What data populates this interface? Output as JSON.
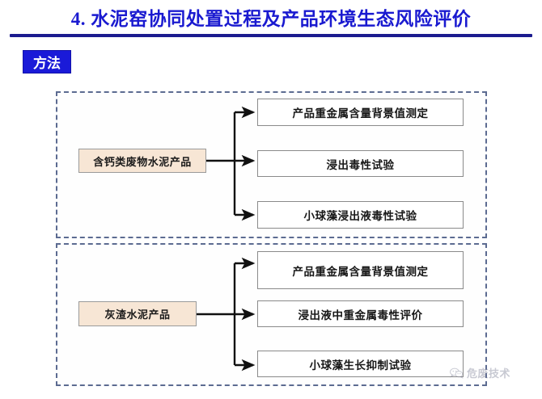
{
  "header": {
    "title": "4. 水泥窑协同处置过程及产品环境生态风险评价",
    "badge_label": "方法",
    "title_color": "#1a1ad0",
    "rule_color": "#1b1b8f",
    "badge_bg": "#1a1ad8"
  },
  "colors": {
    "panel_border": "#5c6b91",
    "source_box_bg": "#f7e6d5",
    "target_box_bg": "#ffffff",
    "arrow": "#111111"
  },
  "sections": [
    {
      "id": "section-1",
      "source": "含钙类废物水泥产品",
      "targets": [
        "产品重金属含量背景值测定",
        "浸出毒性试验",
        "小球藻浸出液毒性试验"
      ]
    },
    {
      "id": "section-2",
      "source": "灰渣水泥产品",
      "targets": [
        "产品重金属含量背景值测定",
        "浸出液中重金属毒性评价",
        "小球藻生长抑制试验"
      ]
    }
  ],
  "watermark": {
    "icon": "wechat-icon",
    "text": "危废技术"
  }
}
